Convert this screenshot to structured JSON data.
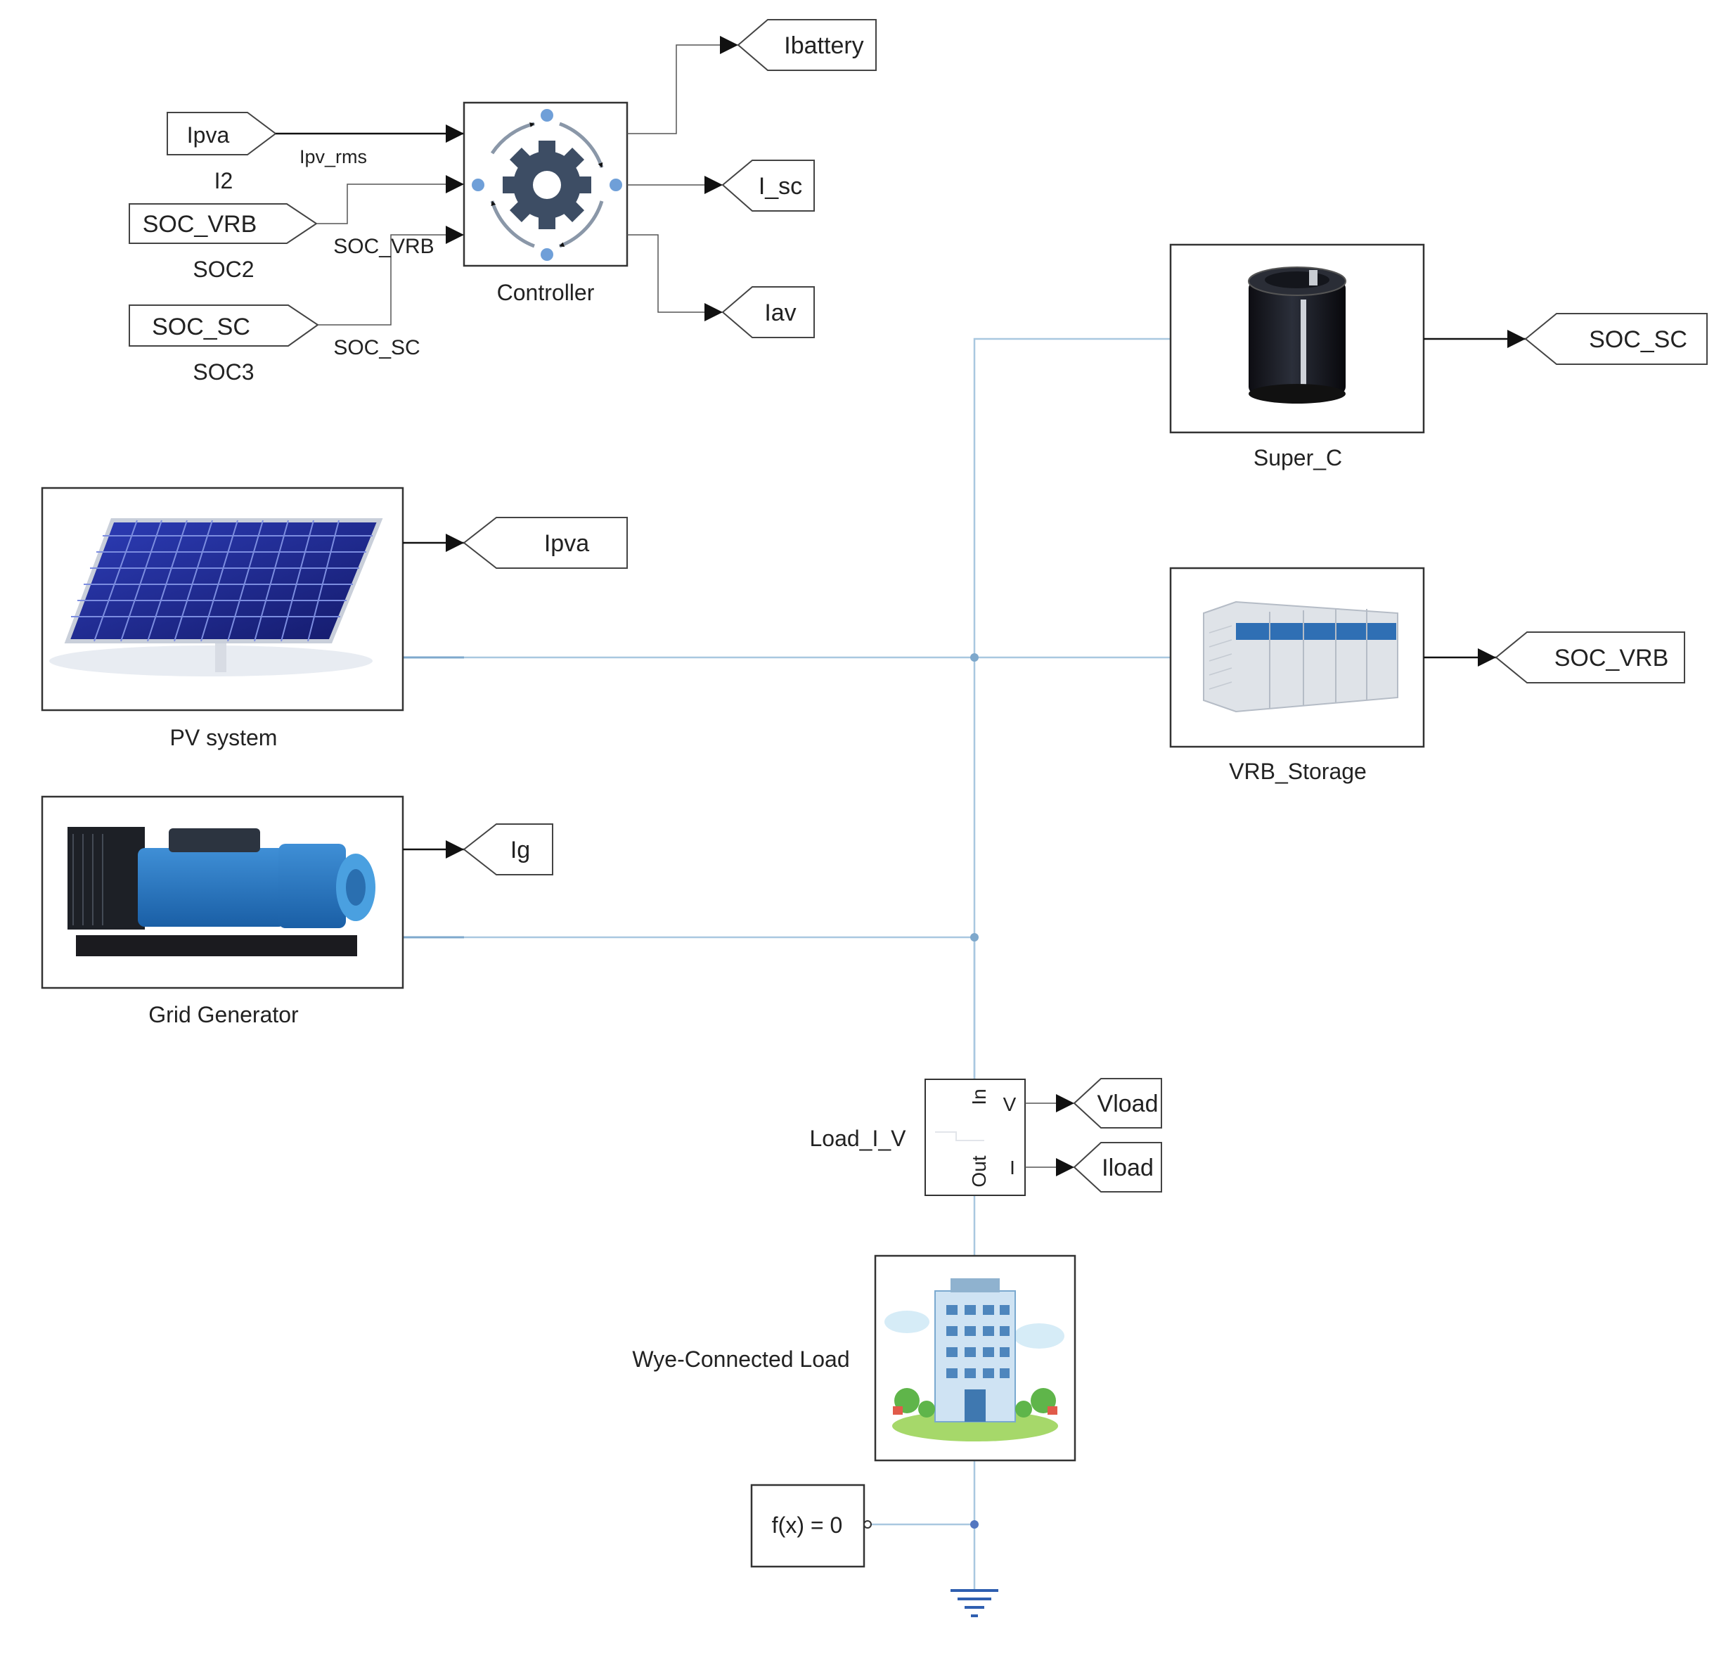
{
  "colors": {
    "signal": "#111111",
    "physical": "#a9c8e0",
    "junction": "#7ea8cc",
    "block_border": "#333333",
    "controller_node": "#6f9fd8",
    "gear": "#3d4d64"
  },
  "controller": {
    "label": "Controller",
    "inputs": {
      "from_ipva": {
        "tag": "Ipva",
        "block_name": "I2",
        "line_label": "Ipv_rms"
      },
      "from_soc_vrb": {
        "tag": "SOC_VRB",
        "block_name": "SOC2",
        "line_label": "SOC_VRB"
      },
      "from_soc_sc": {
        "tag": "SOC_SC",
        "block_name": "SOC3",
        "line_label": "SOC_SC"
      }
    },
    "outputs": {
      "ibattery": "Ibattery",
      "i_sc": "I_sc",
      "iav": "Iav"
    }
  },
  "blocks": {
    "pv": {
      "label": "PV system",
      "goto": "Ipva"
    },
    "grid": {
      "label": "Grid Generator",
      "goto": "Ig"
    },
    "super_c": {
      "label": "Super_C",
      "goto": "SOC_SC"
    },
    "vrb": {
      "label": "VRB_Storage",
      "goto": "SOC_VRB"
    },
    "load_iv": {
      "label": "Load_I_V",
      "port_in": "In",
      "port_out": "Out",
      "port_v": "V",
      "port_i": "I",
      "goto_v": "Vload",
      "goto_i": "Iload"
    },
    "load": {
      "label": "Wye-Connected Load"
    },
    "solver": {
      "label": "f(x) = 0"
    }
  },
  "icons": [
    "gear-icon",
    "solar-panel-icon",
    "generator-icon",
    "capacitor-icon",
    "vrb-battery-icon",
    "building-icon",
    "ground-icon"
  ]
}
